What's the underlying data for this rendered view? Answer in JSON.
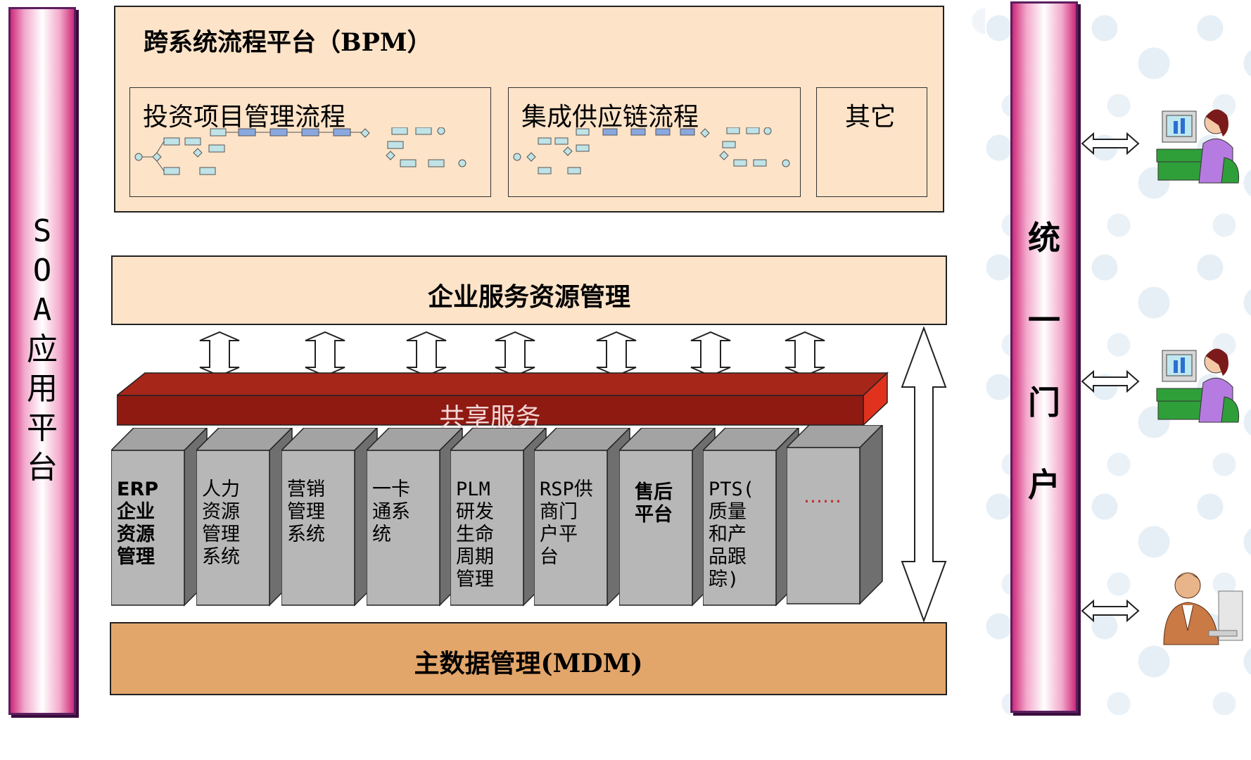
{
  "soa_bar": {
    "label": "SOA应用平台"
  },
  "portal_bar": {
    "label": "统一门户"
  },
  "bpm": {
    "title": "跨系统流程平台（BPM）",
    "subprocesses": [
      "投资项目管理流程",
      "集成供应链流程",
      "其它"
    ]
  },
  "esrm": {
    "title": "企业服务资源管理"
  },
  "shared_services": {
    "label": "共享服务"
  },
  "systems": [
    {
      "label": "ERP\n企业\n资源\n管理"
    },
    {
      "label": "人力\n资源\n管理\n系统"
    },
    {
      "label": "营销\n管理\n系统"
    },
    {
      "label": "一卡\n通系\n统"
    },
    {
      "label": "PLM\n研发\n生命\n周期\n管理"
    },
    {
      "label": "RSP供\n商门\n户平\n台"
    },
    {
      "label": "售后\n平台"
    },
    {
      "label": "PTS(\n质量\n和产\n品跟\n踪)"
    },
    {
      "label": "……"
    }
  ],
  "mdm": {
    "title": "主数据管理(MDM)"
  },
  "users": [
    "user-female-icon",
    "user-female-icon",
    "user-male-icon"
  ],
  "colors": {
    "bar_pink": "#cc2a79",
    "box_fill": "#fde3c8",
    "shared_red": "#8f1a12",
    "column_gray": "#b7b7b7",
    "mdm_fill": "#e2a56a"
  }
}
